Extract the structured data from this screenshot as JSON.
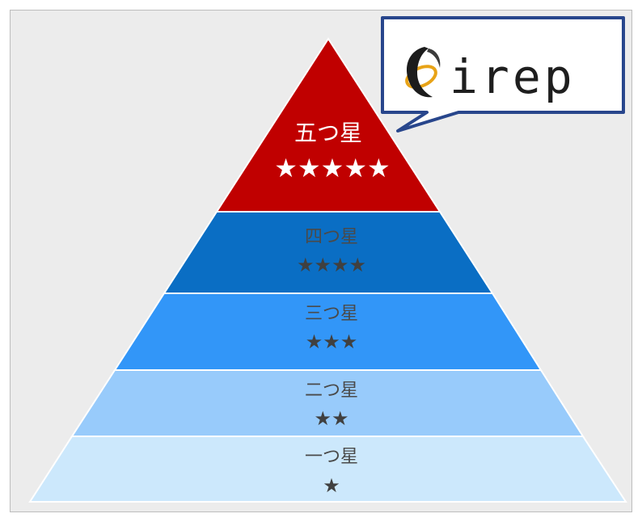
{
  "logo": {
    "text": "irep",
    "icon": "irep-swirl-logo-icon"
  },
  "pyramid": {
    "levels": [
      {
        "name": "五つ星",
        "stars": "★★★★★",
        "fill": "#c00000",
        "text_color": "#ffffff",
        "star_color": "#ffffff"
      },
      {
        "name": "四つ星",
        "stars": "★★★★",
        "fill": "#0a6ec4",
        "text_color": "#4a4a4a",
        "star_color": "#404040"
      },
      {
        "name": "三つ星",
        "stars": "★★★",
        "fill": "#3296f8",
        "text_color": "#4a4a4a",
        "star_color": "#404040"
      },
      {
        "name": "二つ星",
        "stars": "★★",
        "fill": "#98cbfb",
        "text_color": "#4a4a4a",
        "star_color": "#404040"
      },
      {
        "name": "一つ星",
        "stars": "★",
        "fill": "#cce8fc",
        "text_color": "#4a4a4a",
        "star_color": "#404040"
      }
    ]
  }
}
